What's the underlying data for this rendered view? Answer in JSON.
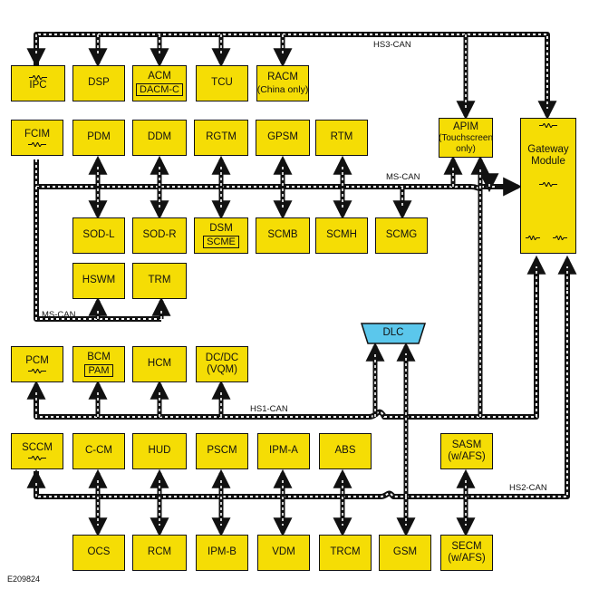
{
  "figure_id": "E209824",
  "buses": {
    "hs3": "HS3-CAN",
    "ms_upper": "MS-CAN",
    "ms_lower": "MS-CAN",
    "hs1": "HS1-CAN",
    "hs2": "HS2-CAN"
  },
  "modules": {
    "ipc": "IPC",
    "dsp": "DSP",
    "acm": "ACM",
    "dacm_c": "DACM-C",
    "tcu": "TCU",
    "racm": "RACM",
    "racm_note": "(China only)",
    "fcim": "FCIM",
    "pdm": "PDM",
    "ddm": "DDM",
    "rgtm": "RGTM",
    "gpsm": "GPSM",
    "rtm": "RTM",
    "apim": "APIM",
    "apim_note1": "(Touchscreen",
    "apim_note2": "only)",
    "gateway1": "Gateway",
    "gateway2": "Module",
    "sod_l": "SOD-L",
    "sod_r": "SOD-R",
    "dsm": "DSM",
    "scme": "SCME",
    "scmb": "SCMB",
    "scmh": "SCMH",
    "scmg": "SCMG",
    "hswm": "HSWM",
    "trm": "TRM",
    "dlc": "DLC",
    "pcm": "PCM",
    "bcm": "BCM",
    "pam": "PAM",
    "hcm": "HCM",
    "dcdc": "DC/DC",
    "vqm": "(VQM)",
    "sccm": "SCCM",
    "c_cm": "C-CM",
    "hud": "HUD",
    "pscm": "PSCM",
    "ipm_a": "IPM-A",
    "abs": "ABS",
    "sasm": "SASM",
    "sasm_note": "(w/AFS)",
    "ocs": "OCS",
    "rcm": "RCM",
    "ipm_b": "IPM-B",
    "vdm": "VDM",
    "trcm": "TRCM",
    "gsm": "GSM",
    "secm": "SECM",
    "secm_note": "(w/AFS)"
  },
  "colors": {
    "module_fill": "#f5dd05",
    "dlc_fill": "#5bc7ec",
    "bus": "#111111",
    "bus_dash": "#ffffff"
  }
}
